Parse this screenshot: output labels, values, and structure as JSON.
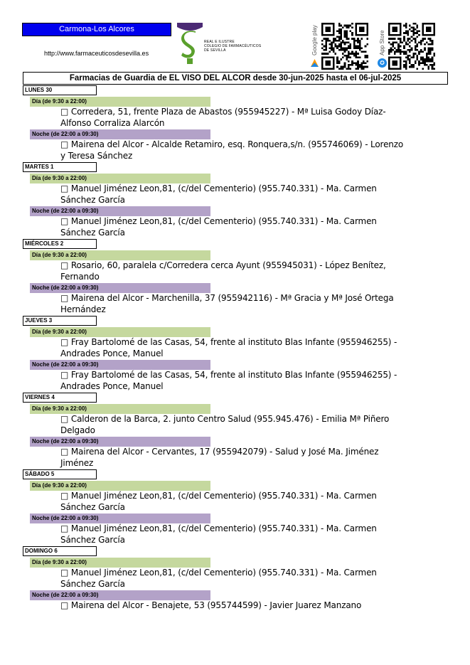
{
  "header": {
    "zone": "Carmona-Los Alcores",
    "url": "http://www.farmaceuticosdesevilla.es",
    "logo_text": [
      "REAL E ILUSTRE",
      "COLEGIO DE FARMACÉUTICOS",
      "DE SEVILLA"
    ],
    "google_play_label": "Google play",
    "app_store_label": "App Store",
    "colors": {
      "zone_bg": "#0000ee",
      "logo_green": "#5aa02c",
      "logo_purple": "#4b2a74"
    }
  },
  "title": "Farmacias de Guardia de EL VISO DEL ALCOR desde 30-jun-2025 hasta el 06-jul-2025",
  "days": [
    {
      "label": "LUNES 30",
      "shifts": [
        {
          "type": "day",
          "label": "Día (de 9:30 a 22:00)",
          "entries": [
            "□ Corredera, 51, frente Plaza de Abastos (955945227) - Mª Luisa Godoy Díaz-Alfonso Corraliza Alarcón"
          ]
        },
        {
          "type": "night",
          "label": "Noche (de 22:00 a 09:30)",
          "entries": [
            "□ Mairena del Alcor - Alcalde Retamiro, esq. Ronquera,s/n. (955746069) - Lorenzo y Teresa Sánchez"
          ]
        }
      ]
    },
    {
      "label": "MARTES 1",
      "shifts": [
        {
          "type": "day",
          "label": "Día (de 9:30 a 22:00)",
          "entries": [
            "□ Manuel Jiménez Leon,81, (c/del Cementerio) (955.740.331) - Ma. Carmen Sánchez García"
          ]
        },
        {
          "type": "night",
          "label": "Noche (de 22:00 a 09:30)",
          "entries": [
            "□ Manuel Jiménez Leon,81, (c/del Cementerio) (955.740.331) - Ma. Carmen Sánchez García"
          ]
        }
      ]
    },
    {
      "label": "MIÉRCOLES 2",
      "shifts": [
        {
          "type": "day",
          "label": "Día (de 9:30 a 22:00)",
          "entries": [
            "□ Rosario, 60, paralela c/Corredera cerca Ayunt (955945031) - López Benítez, Fernando"
          ]
        },
        {
          "type": "night",
          "label": "Noche (de 22:00 a 09:30)",
          "entries": [
            "□ Mairena del Alcor - Marchenilla, 37 (955942116) - Mª Gracia y Mª José Ortega Hernández"
          ]
        }
      ]
    },
    {
      "label": "JUEVES 3",
      "shifts": [
        {
          "type": "day",
          "label": "Día (de 9:30 a 22:00)",
          "entries": [
            "□ Fray Bartolomé de las Casas, 54, frente al instituto Blas Infante (955946255) - Andrades Ponce, Manuel"
          ]
        },
        {
          "type": "night",
          "label": "Noche (de 22:00 a 09:30)",
          "entries": [
            "□ Fray Bartolomé de las Casas, 54, frente al instituto Blas Infante (955946255) - Andrades Ponce, Manuel"
          ]
        }
      ]
    },
    {
      "label": "VIERNES 4",
      "shifts": [
        {
          "type": "day",
          "label": "Día (de 9:30 a 22:00)",
          "entries": [
            "□ Calderon de la Barca, 2. junto Centro Salud (955.945.476) - Emilia Mª Piñero Delgado"
          ]
        },
        {
          "type": "night",
          "label": "Noche (de 22:00 a 09:30)",
          "entries": [
            "□ Mairena del Alcor - Cervantes,  17 (955942079) - Salud y José Ma. Jiménez Jiménez"
          ]
        }
      ]
    },
    {
      "label": "SÁBADO 5",
      "shifts": [
        {
          "type": "day",
          "label": "Día (de 9:30 a 22:00)",
          "entries": [
            "□ Manuel Jiménez Leon,81, (c/del Cementerio) (955.740.331) - Ma. Carmen Sánchez García"
          ]
        },
        {
          "type": "night",
          "label": "Noche (de 22:00 a 09:30)",
          "entries": [
            "□ Manuel Jiménez Leon,81, (c/del Cementerio) (955.740.331) - Ma. Carmen Sánchez García"
          ]
        }
      ]
    },
    {
      "label": "DOMINGO 6",
      "shifts": [
        {
          "type": "day",
          "label": "Día (de 9:30 a 22:00)",
          "entries": [
            "□ Manuel Jiménez Leon,81, (c/del Cementerio) (955.740.331) - Ma. Carmen Sánchez García"
          ]
        },
        {
          "type": "night",
          "label": "Noche (de 22:00 a 09:30)",
          "entries": [
            "□ Mairena del Alcor - Benajete, 53 (955744599) - Javier Juarez Manzano"
          ]
        }
      ]
    }
  ]
}
